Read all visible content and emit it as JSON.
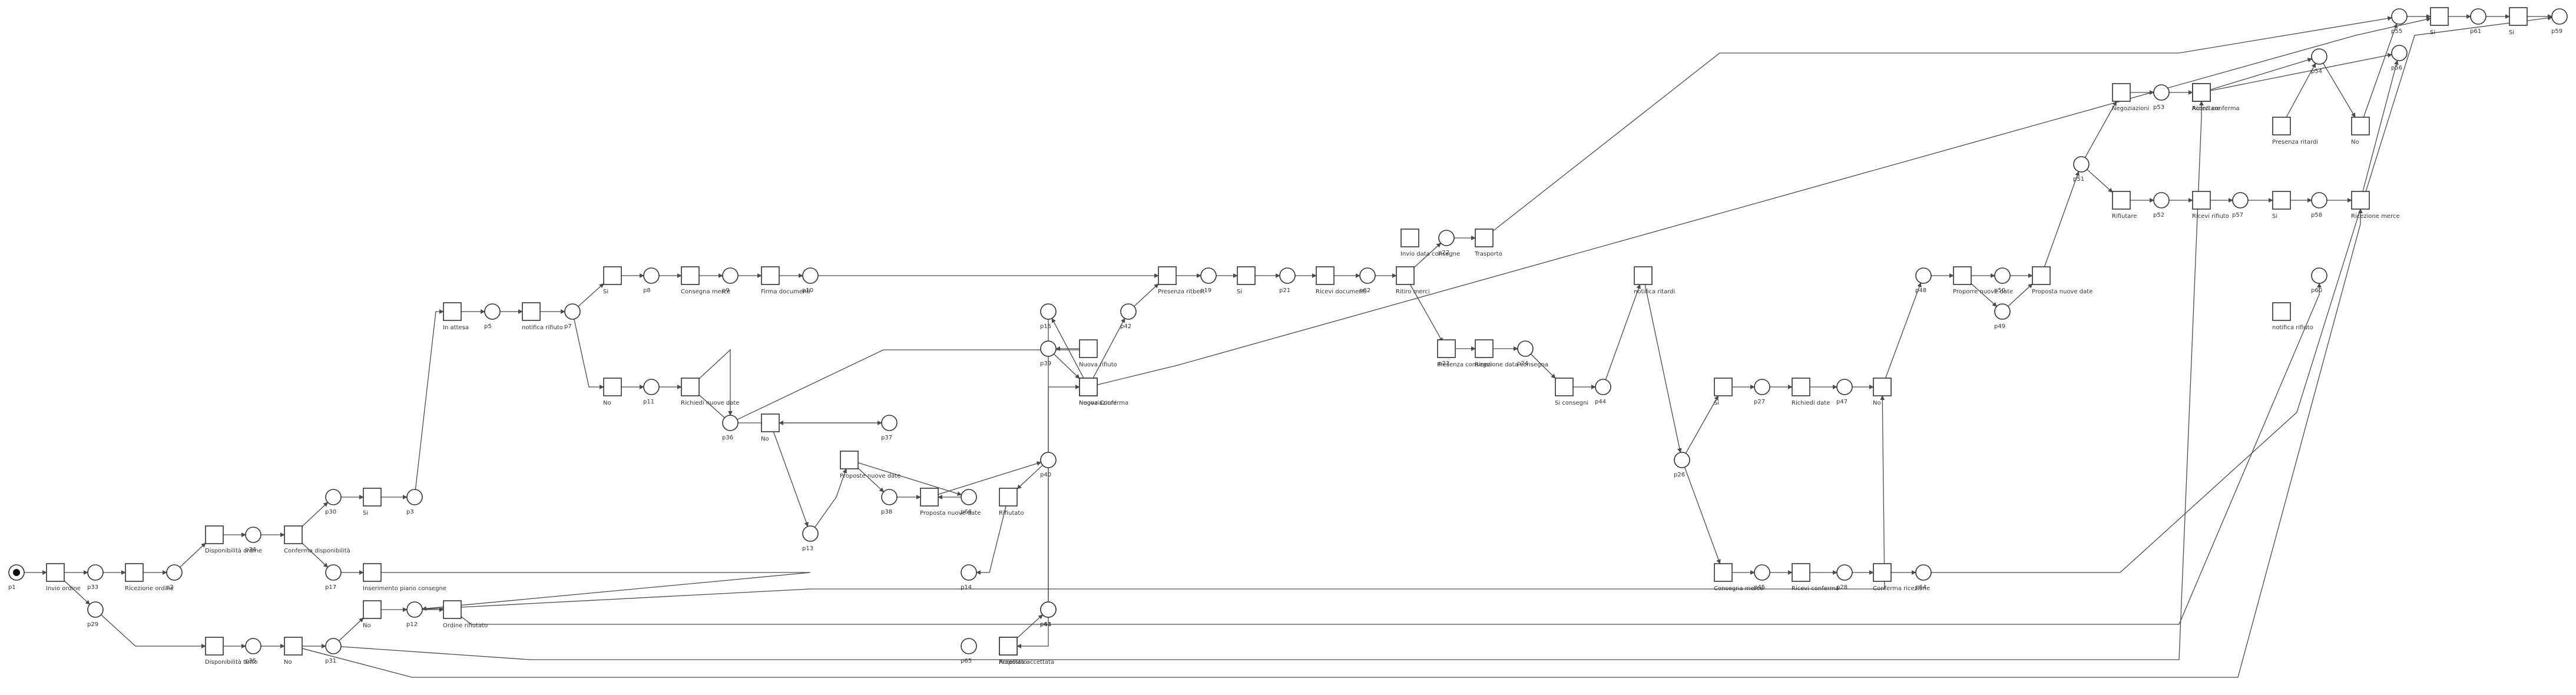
{
  "diagram": {
    "type": "petri-net",
    "colors": {
      "stroke": "#333333",
      "arc": "#4a4a4a",
      "token": "#111111",
      "background": "#ffffff"
    },
    "places": [
      {
        "id": "p1",
        "label": "p1",
        "token": true
      },
      {
        "id": "p33",
        "label": "p33"
      },
      {
        "id": "p34",
        "label": "p34"
      },
      {
        "id": "p35",
        "label": "p35"
      },
      {
        "id": "p2",
        "label": "p2"
      },
      {
        "id": "p3",
        "label": "p3"
      },
      {
        "id": "p5",
        "label": "p5"
      },
      {
        "id": "p7",
        "label": "p7"
      },
      {
        "id": "p8",
        "label": "p8"
      },
      {
        "id": "p9",
        "label": "p9"
      },
      {
        "id": "p10",
        "label": "p10"
      },
      {
        "id": "p11",
        "label": "p11"
      },
      {
        "id": "p12",
        "label": "p12"
      },
      {
        "id": "p13",
        "label": "p13"
      },
      {
        "id": "p14",
        "label": "p14"
      },
      {
        "id": "p15",
        "label": "p15"
      },
      {
        "id": "p17",
        "label": "p17"
      },
      {
        "id": "p19",
        "label": "p19"
      },
      {
        "id": "p21",
        "label": "p21"
      },
      {
        "id": "p22",
        "label": "p22"
      },
      {
        "id": "p23",
        "label": "p23"
      },
      {
        "id": "p24",
        "label": "p24"
      },
      {
        "id": "p26",
        "label": "p26"
      },
      {
        "id": "p27",
        "label": "p27"
      },
      {
        "id": "p28",
        "label": "p28"
      },
      {
        "id": "p29",
        "label": "p29"
      },
      {
        "id": "p30",
        "label": "p30"
      },
      {
        "id": "p31",
        "label": "p31"
      },
      {
        "id": "p36",
        "label": "p36"
      },
      {
        "id": "p37",
        "label": "p37"
      },
      {
        "id": "p38",
        "label": "p38"
      },
      {
        "id": "p39",
        "label": "p39"
      },
      {
        "id": "p40",
        "label": "p40"
      },
      {
        "id": "p41",
        "label": "p41"
      },
      {
        "id": "p42",
        "label": "p42"
      },
      {
        "id": "p44",
        "label": "p44"
      },
      {
        "id": "p45",
        "label": "p45"
      },
      {
        "id": "p46",
        "label": "p46"
      },
      {
        "id": "p47",
        "label": "p47"
      },
      {
        "id": "p48",
        "label": "p48"
      },
      {
        "id": "p49",
        "label": "p49"
      },
      {
        "id": "p50",
        "label": "p50"
      },
      {
        "id": "p51",
        "label": "p51"
      },
      {
        "id": "p52",
        "label": "p52"
      },
      {
        "id": "p53",
        "label": "p53"
      },
      {
        "id": "p54",
        "label": "p54"
      },
      {
        "id": "p55",
        "label": "p55"
      },
      {
        "id": "p56",
        "label": "p56"
      },
      {
        "id": "p57",
        "label": "p57"
      },
      {
        "id": "p58",
        "label": "p58"
      },
      {
        "id": "p59",
        "label": "p59"
      },
      {
        "id": "p60",
        "label": "p60"
      },
      {
        "id": "p61",
        "label": "p61"
      },
      {
        "id": "p62",
        "label": "p62"
      },
      {
        "id": "p63",
        "label": "p63"
      },
      {
        "id": "p64",
        "label": "p64"
      },
      {
        "id": "p65",
        "label": "p65"
      },
      {
        "id": "p66",
        "label": "p66"
      }
    ],
    "transitions": [
      {
        "id": "t1",
        "label": "Invio ordine"
      },
      {
        "id": "t2",
        "label": "Ricezione ordine"
      },
      {
        "id": "t3",
        "label": "Disponibilità ordine"
      },
      {
        "id": "t4",
        "label": "Disponibilità tutto"
      },
      {
        "id": "t5",
        "label": "Conferma disponibilità"
      },
      {
        "id": "t6",
        "label": "No"
      },
      {
        "id": "t7",
        "label": "Nessuna consegna"
      },
      {
        "id": "t8",
        "label": "Si"
      },
      {
        "id": "t9",
        "label": "Inserimento piano consegne"
      },
      {
        "id": "t10",
        "label": "No"
      },
      {
        "id": "t11",
        "label": "Ordine rifiutato"
      },
      {
        "id": "t12",
        "label": "In attesa"
      },
      {
        "id": "t13",
        "label": "Presenza rtbt"
      },
      {
        "id": "t14",
        "label": "Si"
      },
      {
        "id": "t15",
        "label": "Consegna merce"
      },
      {
        "id": "t16",
        "label": "Firma documenti"
      },
      {
        "id": "t17",
        "label": "No"
      },
      {
        "id": "t18",
        "label": "Richiedi nuove date"
      },
      {
        "id": "t19",
        "label": "No"
      },
      {
        "id": "t20",
        "label": "Proposte nuove date"
      },
      {
        "id": "t21",
        "label": "Proposta nuove date"
      },
      {
        "id": "t22",
        "label": "Proposta accettata"
      },
      {
        "id": "t23",
        "label": "Negoziazioni"
      },
      {
        "id": "t24",
        "label": "Accettato"
      },
      {
        "id": "t25",
        "label": "Rifiutato"
      },
      {
        "id": "t26",
        "label": "Nuova rifiuto"
      },
      {
        "id": "t27",
        "label": "Nuova Conferma"
      },
      {
        "id": "t28",
        "label": "Presenza ritbert"
      },
      {
        "id": "t29",
        "label": "Si"
      },
      {
        "id": "t30",
        "label": "Ricevi documenti"
      },
      {
        "id": "t31",
        "label": "Ritiro merci"
      },
      {
        "id": "t32",
        "label": "Invio data consegne"
      },
      {
        "id": "t33",
        "label": "Trasporto"
      },
      {
        "id": "t34",
        "label": "Ricezione data consegna"
      },
      {
        "id": "t35",
        "label": "Si consegni"
      },
      {
        "id": "t36",
        "label": "notifica ritardi"
      },
      {
        "id": "t37",
        "label": "Presenza consegni"
      },
      {
        "id": "t38",
        "label": "Si"
      },
      {
        "id": "t39",
        "label": "Richiedi date"
      },
      {
        "id": "t40",
        "label": "No"
      },
      {
        "id": "t41",
        "label": "Proporre nuove date"
      },
      {
        "id": "t42",
        "label": "Proposta accettata"
      },
      {
        "id": "t43",
        "label": "Proposta nuove date"
      },
      {
        "id": "t44",
        "label": "Negoziazioni"
      },
      {
        "id": "t45",
        "label": "Accettare"
      },
      {
        "id": "t46",
        "label": "Rifiutare"
      },
      {
        "id": "t47",
        "label": "Ricevi conferma"
      },
      {
        "id": "t48",
        "label": "Ricevi rifiuto"
      },
      {
        "id": "t49",
        "label": "Presenza ritardi"
      },
      {
        "id": "t50",
        "label": "Si"
      },
      {
        "id": "t51",
        "label": "notifica rifiuto"
      },
      {
        "id": "t52",
        "label": "No"
      },
      {
        "id": "t53",
        "label": "Ricezione merce"
      },
      {
        "id": "t54",
        "label": "Conferma ricezione"
      },
      {
        "id": "t55",
        "label": "Ricevi conferma"
      },
      {
        "id": "t56",
        "label": "Consegna merce"
      },
      {
        "id": "t57",
        "label": "Si"
      },
      {
        "id": "t58",
        "label": "Si"
      }
    ]
  }
}
